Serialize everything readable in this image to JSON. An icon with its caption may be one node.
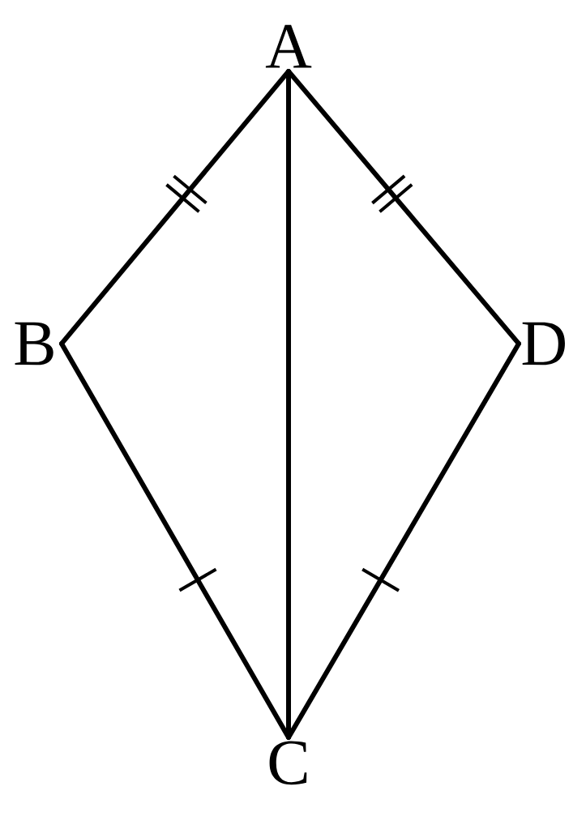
{
  "diagram": {
    "nodes": [
      {
        "text": [
          "A"
        ]
      },
      {
        "text": [
          "B"
        ]
      },
      {
        "text": [
          "C"
        ]
      },
      {
        "text": [
          "D"
        ]
      }
    ],
    "edges": [
      {
        "from": 0,
        "to": 1,
        "arrow": "none"
      },
      {
        "from": 0,
        "to": 3,
        "arrow": "none"
      },
      {
        "from": 1,
        "to": 2,
        "arrow": "none"
      },
      {
        "from": 3,
        "to": 2,
        "arrow": "none"
      },
      {
        "from": 0,
        "to": 2,
        "arrow": "none"
      }
    ]
  }
}
